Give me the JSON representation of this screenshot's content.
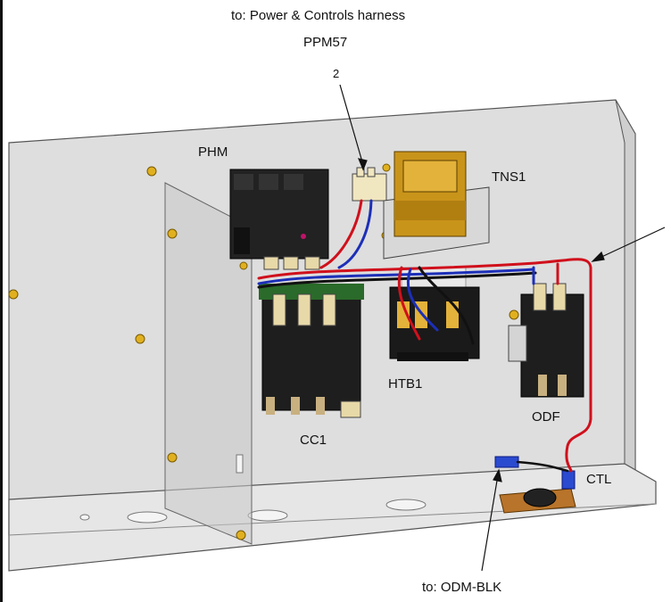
{
  "header": {
    "line1": "to: Power & Controls harness",
    "line2": "PPM57",
    "callout_number": "2"
  },
  "components": {
    "phm": "PHM",
    "tns1": "TNS1",
    "htb1": "HTB1",
    "cc1": "CC1",
    "odf": "ODF",
    "ctl": "CTL"
  },
  "footer": {
    "odm_label": "to: ODM-BLK"
  },
  "colors": {
    "panel": "#dcdcdc",
    "wire_red": "#d0101c",
    "wire_blue": "#1c2fb8",
    "wire_black": "#111111",
    "transformer": "#c9941a",
    "screw": "#e0b020"
  }
}
